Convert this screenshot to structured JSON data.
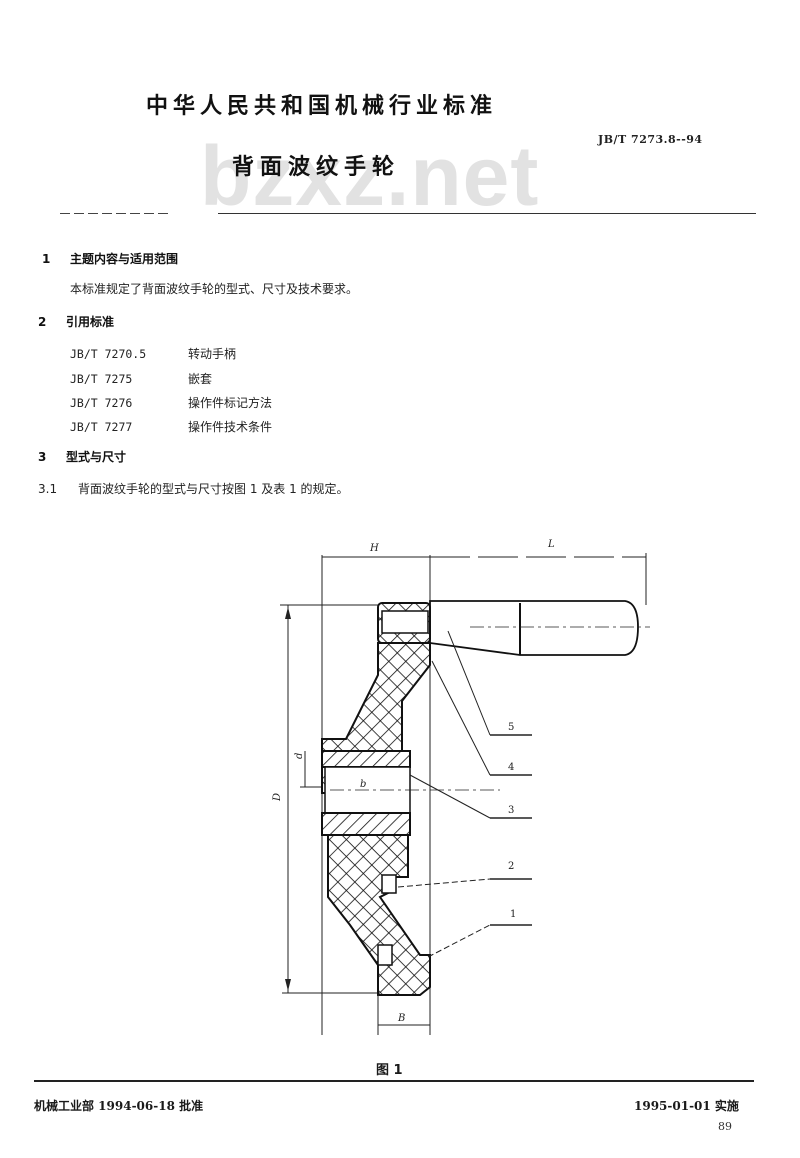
{
  "header": {
    "organization": "中华人民共和国机械行业标准",
    "standard_code": "JB/T 7273.8--94",
    "title": "背面波纹手轮",
    "watermark": "bzxz.net"
  },
  "sections": [
    {
      "number": "1",
      "heading": "主题内容与适用范围",
      "body": "本标准规定了背面波纹手轮的型式、尺寸及技术要求。"
    },
    {
      "number": "2",
      "heading": "引用标准",
      "references": [
        {
          "code": "JB/T 7270.5",
          "title": "转动手柄"
        },
        {
          "code": "JB/T 7275",
          "title": "嵌套"
        },
        {
          "code": "JB/T 7276",
          "title": "操作件标记方法"
        },
        {
          "code": "JB/T 7277",
          "title": "操作件技术条件"
        }
      ]
    },
    {
      "number": "3",
      "heading": "型式与尺寸",
      "subsections": [
        {
          "number": "3.1",
          "body": "背面波纹手轮的型式与尺寸按图 1 及表 1 的规定。"
        }
      ]
    }
  ],
  "figure": {
    "caption": "图 1",
    "dimension_labels": {
      "H": "H",
      "L": "L",
      "D": "D",
      "d": "d",
      "b": "b",
      "B": "B"
    },
    "callouts": [
      "5",
      "4",
      "3",
      "2",
      "1"
    ]
  },
  "footer": {
    "approval": "机械工业部 1994-06-18 批准",
    "effective": "1995-01-01 实施",
    "page_number": "89"
  }
}
